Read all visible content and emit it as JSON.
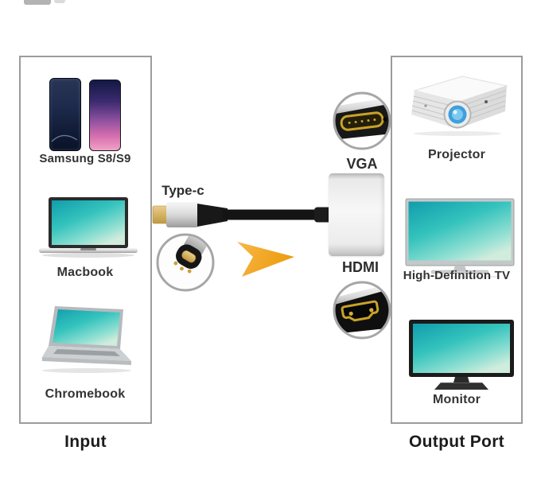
{
  "input_section": {
    "title": "Input",
    "devices": [
      {
        "label": "Samsung S8/S9"
      },
      {
        "label": "Macbook"
      },
      {
        "label": "Chromebook"
      }
    ]
  },
  "output_section": {
    "title": "Output Port",
    "devices": [
      {
        "label": "Projector"
      },
      {
        "label": "High-Definition TV"
      },
      {
        "label": "Monitor"
      }
    ]
  },
  "adapter": {
    "input_connector_label": "Type-c",
    "ports": [
      {
        "label": "VGA"
      },
      {
        "label": "HDMI"
      }
    ]
  },
  "icons": {
    "arrow": "right-arrow",
    "usb_c_closeup": "usb-c-plug",
    "vga_closeup": "vga-connector",
    "hdmi_closeup": "hdmi-connector"
  },
  "colors": {
    "accent_arrow": "#F0A32A",
    "screen_teal": "#35C3BD",
    "gold_connector": "#C9A227",
    "box_border": "#9C9C9C",
    "cable_black": "#141414"
  }
}
